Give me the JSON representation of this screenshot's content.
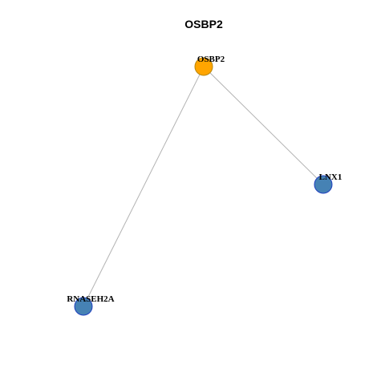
{
  "title": "OSBP2",
  "colors": {
    "center_fill": "#FFA500",
    "center_stroke": "#B8860B",
    "neighbor_fill": "#4682B4",
    "neighbor_stroke": "#1F3FBF",
    "edge": "#B3B3B3"
  },
  "nodes": [
    {
      "id": "OSBP2",
      "label": "OSBP2",
      "role": "center"
    },
    {
      "id": "LNX1",
      "label": "LNX1",
      "role": "neighbor"
    },
    {
      "id": "RNASEH2A",
      "label": "RNASEH2A",
      "role": "neighbor"
    }
  ],
  "edges": [
    {
      "source": "OSBP2",
      "target": "LNX1"
    },
    {
      "source": "OSBP2",
      "target": "RNASEH2A"
    }
  ]
}
